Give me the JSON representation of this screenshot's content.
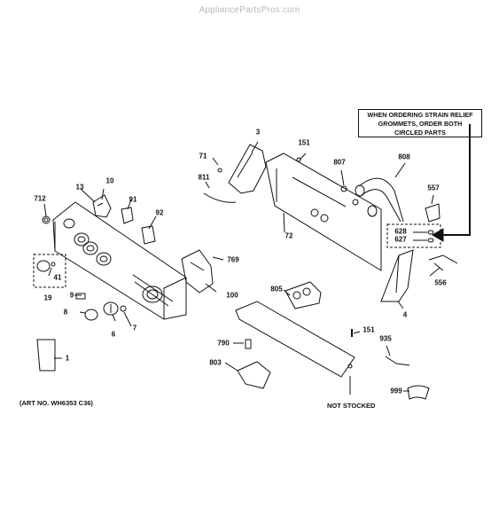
{
  "site_watermark": "AppliancePartsPros.com",
  "note": {
    "line1": "WHEN ORDERING STRAIN RELIEF",
    "line2": "GROMMETS, ORDER BOTH",
    "line3": "CIRCLED PARTS"
  },
  "art_number": "(ART NO. WH6353 C36)",
  "not_stocked": "NOT STOCKED",
  "labels": [
    "3",
    "151",
    "71",
    "811",
    "807",
    "808",
    "557",
    "13",
    "10",
    "91",
    "712",
    "92",
    "628",
    "627",
    "72",
    "769",
    "41",
    "19",
    "100",
    "805",
    "556",
    "4",
    "9",
    "8",
    "6",
    "7",
    "151",
    "935",
    "790",
    "1",
    "803",
    "999"
  ]
}
